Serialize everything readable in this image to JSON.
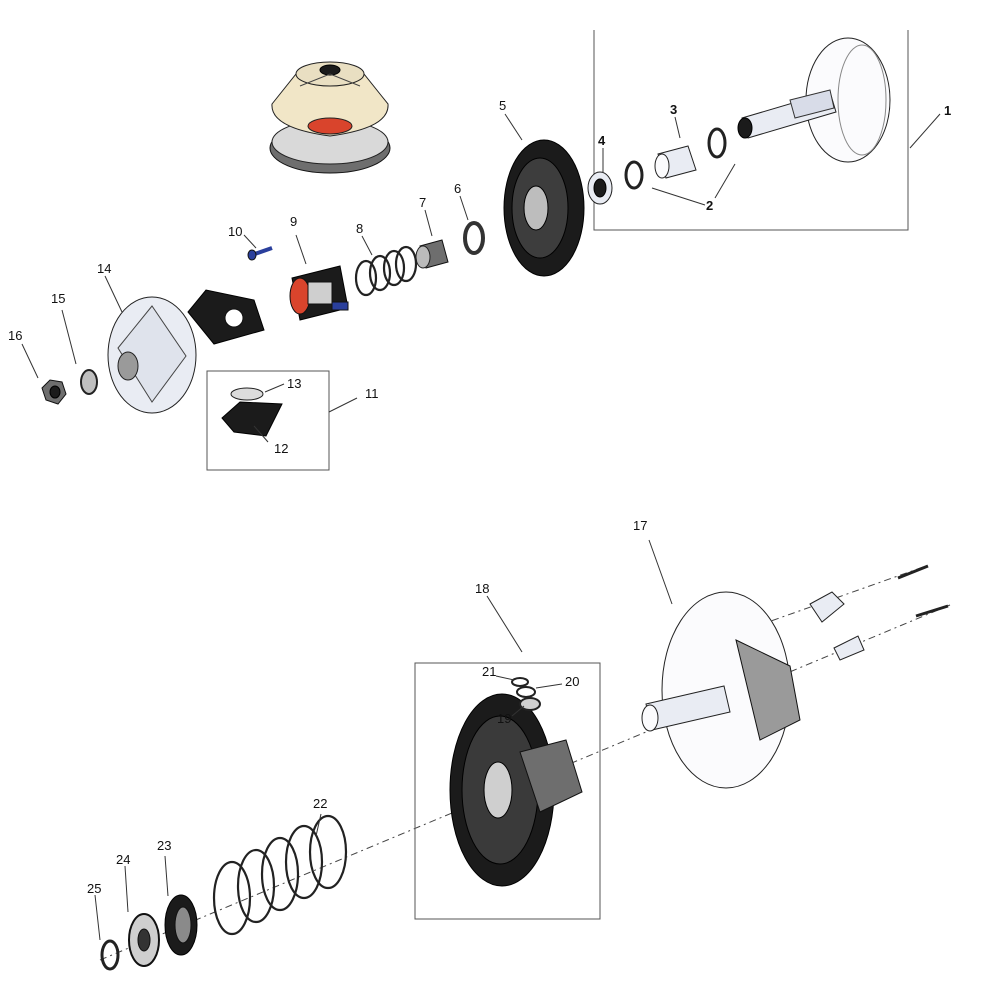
{
  "callouts": [
    {
      "id": "1",
      "text": "1",
      "bold": true
    },
    {
      "id": "2",
      "text": "2",
      "bold": true
    },
    {
      "id": "3",
      "text": "3",
      "bold": true
    },
    {
      "id": "4",
      "text": "4",
      "bold": true
    },
    {
      "id": "5",
      "text": "5",
      "bold": false
    },
    {
      "id": "6",
      "text": "6",
      "bold": false
    },
    {
      "id": "7",
      "text": "7",
      "bold": false
    },
    {
      "id": "8",
      "text": "8",
      "bold": false
    },
    {
      "id": "9",
      "text": "9",
      "bold": false
    },
    {
      "id": "10",
      "text": "10",
      "bold": false
    },
    {
      "id": "11",
      "text": "11",
      "bold": false
    },
    {
      "id": "12",
      "text": "12",
      "bold": false
    },
    {
      "id": "13",
      "text": "13",
      "bold": false
    },
    {
      "id": "14",
      "text": "14",
      "bold": false
    },
    {
      "id": "15",
      "text": "15",
      "bold": false
    },
    {
      "id": "16",
      "text": "16",
      "bold": false
    },
    {
      "id": "17",
      "text": "17",
      "bold": false
    },
    {
      "id": "18",
      "text": "18",
      "bold": false
    },
    {
      "id": "19",
      "text": "19",
      "bold": false
    },
    {
      "id": "20",
      "text": "20",
      "bold": false
    },
    {
      "id": "21",
      "text": "21",
      "bold": false
    },
    {
      "id": "22",
      "text": "22",
      "bold": false
    },
    {
      "id": "23",
      "text": "23",
      "bold": false
    },
    {
      "id": "24",
      "text": "24",
      "bold": false
    },
    {
      "id": "25",
      "text": "25",
      "bold": false
    }
  ],
  "colors": {
    "line": "#333333",
    "part_dark": "#1b1b1b",
    "part_light": "#e9ecf3",
    "accent_red": "#d9442c",
    "accent_blue": "#2a3f9c",
    "accent_cream": "#f1e6c7"
  }
}
